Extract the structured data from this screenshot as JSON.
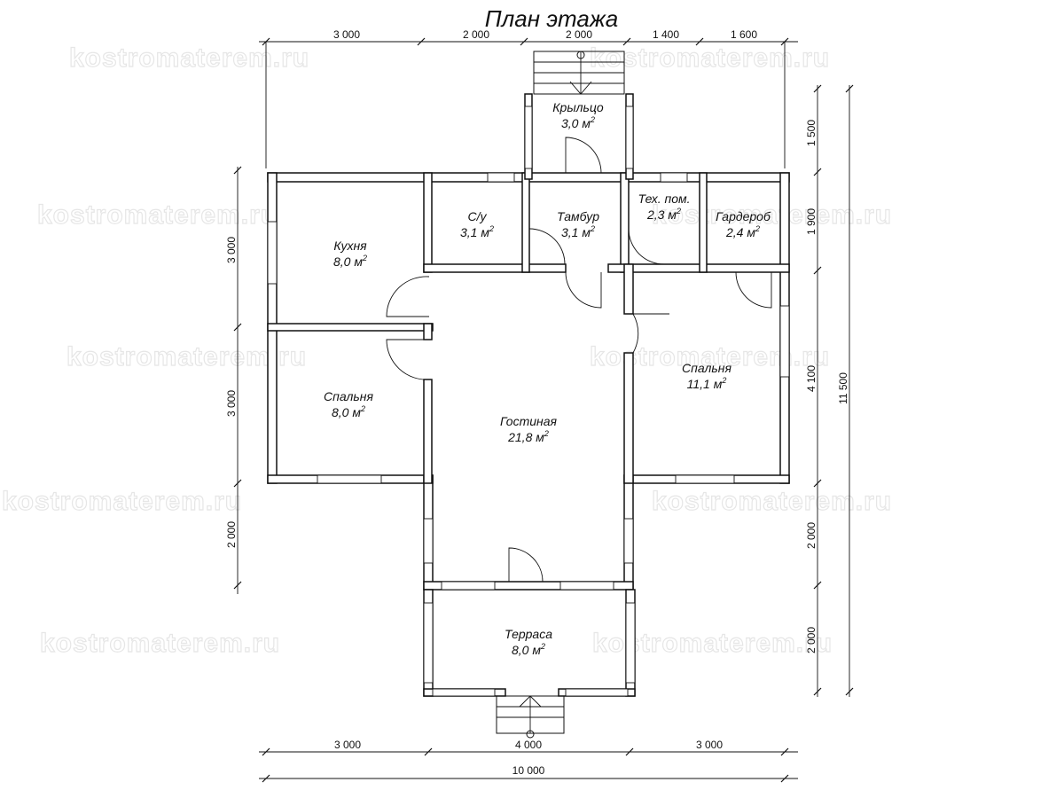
{
  "title": "План этажа",
  "watermark": "kostromaterem.ru",
  "area_unit": "м",
  "area_exponent": "2",
  "rooms": {
    "kitchen": {
      "name": "Кухня",
      "area": "8,0"
    },
    "bedroom1": {
      "name": "Спальня",
      "area": "8,0"
    },
    "living": {
      "name": "Гостиная",
      "area": "21,8"
    },
    "bathroom": {
      "name": "С/у",
      "area": "3,1"
    },
    "vestibule": {
      "name": "Тамбур",
      "area": "3,1"
    },
    "tech": {
      "name": "Тех. пом.",
      "area": "2,3"
    },
    "wardrobe": {
      "name": "Гардероб",
      "area": "2,4"
    },
    "bedroom2": {
      "name": "Спальня",
      "area": "11,1"
    },
    "porch": {
      "name": "Крыльцо",
      "area": "3,0"
    },
    "terrace": {
      "name": "Терраса",
      "area": "8,0"
    }
  },
  "dimensions": {
    "top": [
      "3 000",
      "2 000",
      "2 000",
      "1 400",
      "1 600"
    ],
    "bottom": [
      "3 000",
      "4 000",
      "3 000"
    ],
    "total_width": "10 000",
    "left": [
      "3 000",
      "3 000",
      "2 000"
    ],
    "right": [
      "1 500",
      "1 900",
      "4 100",
      "2 000",
      "2 000"
    ],
    "total_height": "11 500"
  }
}
